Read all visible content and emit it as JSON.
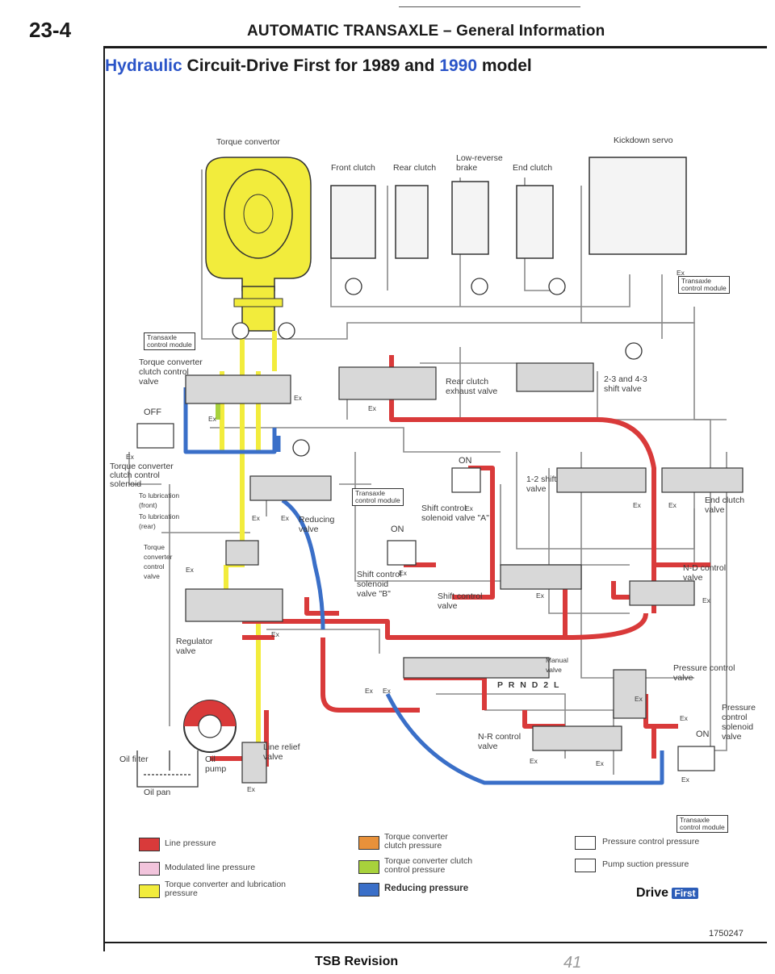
{
  "header": {
    "page_number": "23-4",
    "title": "AUTOMATIC TRANSAXLE – General Information"
  },
  "subtitle": {
    "brand": "Hydraulic",
    "text": "Circuit-Drive First for 1989 and",
    "year": "1990",
    "end": "model"
  },
  "diagram": {
    "labels": {
      "torque_converter": "Torque convertor",
      "kickdown_servo": "Kickdown servo",
      "front_clutch": "Front clutch",
      "rear_clutch": "Rear clutch",
      "low_reverse_1": "Low-reverse",
      "low_reverse_2": "brake",
      "end_clutch": "End clutch",
      "tcm": "Transaxle\ncontrol module",
      "tcc_valve_1": "Torque converter",
      "tcc_valve_2": "clutch control",
      "tcc_valve_3": "valve",
      "off": "OFF",
      "tcc_solenoid_1": "Torque converter",
      "tcc_solenoid_2": "clutch control",
      "tcc_solenoid_3": "solenoid",
      "lubrication_front": "To lubrication\n(front)",
      "lubrication_rear": "To lubrication\n(rear)",
      "reducing_valve": "Reducing\nvalve",
      "tc_control_valve": "Torque\nconverter\ncontrol\nvalve",
      "regulator_valve": "Regulator\nvalve",
      "rear_clutch_exhaust": "Rear clutch\nexhaust valve",
      "shift_23_43": "2-3 and 4-3\nshift valve",
      "on_a": "ON",
      "shift_12": "1-2 shift\nvalve",
      "shift_solenoid_a": "Shift control\nsolenoid valve \"A\"",
      "end_clutch_valve": "End clutch\nvalve",
      "on_b": "ON",
      "shift_solenoid_b": "Shift control\nsolenoid\nvalve \"B\"",
      "shift_control_valve": "Shift control\nvalve",
      "nd_control": "N-D control\nvalve",
      "manual_valve": "Manual\nvalve",
      "prnd": "P R N D 2 L",
      "pressure_control_valve": "Pressure control\nvalve",
      "pcs": "Pressure\ncontrol\nsolenoid\nvalve",
      "on_p": "ON",
      "nr_control": "N-R control\nvalve",
      "oil_filter": "Oil filter",
      "oil_pump": "Oil\npump",
      "line_relief": "Line relief\nvalve",
      "oil_pan": "Oil pan",
      "ex": "Ex"
    }
  },
  "legend": [
    {
      "label": "Line pressure",
      "color": "#d93a3a"
    },
    {
      "label": "Modulated line pressure",
      "color": "#f2c4dc"
    },
    {
      "label": "Torque converter and lubrication\npressure",
      "color": "#f2ec3c"
    },
    {
      "label": "Torque converter\nclutch pressure",
      "color": "#e8913a"
    },
    {
      "label": "Torque converter clutch\ncontrol pressure",
      "color": "#a8d23c"
    },
    {
      "label": "Reducing pressure",
      "color": "#3a6fc8"
    },
    {
      "label": "Pressure control pressure",
      "color": "#ffffff"
    },
    {
      "label": "Pump suction pressure",
      "color": "#ffffff"
    }
  ],
  "drive": {
    "text": "Drive",
    "badge": "First"
  },
  "figure_number": "1750247",
  "footer": {
    "left": "TSB Revision",
    "right": "41"
  }
}
